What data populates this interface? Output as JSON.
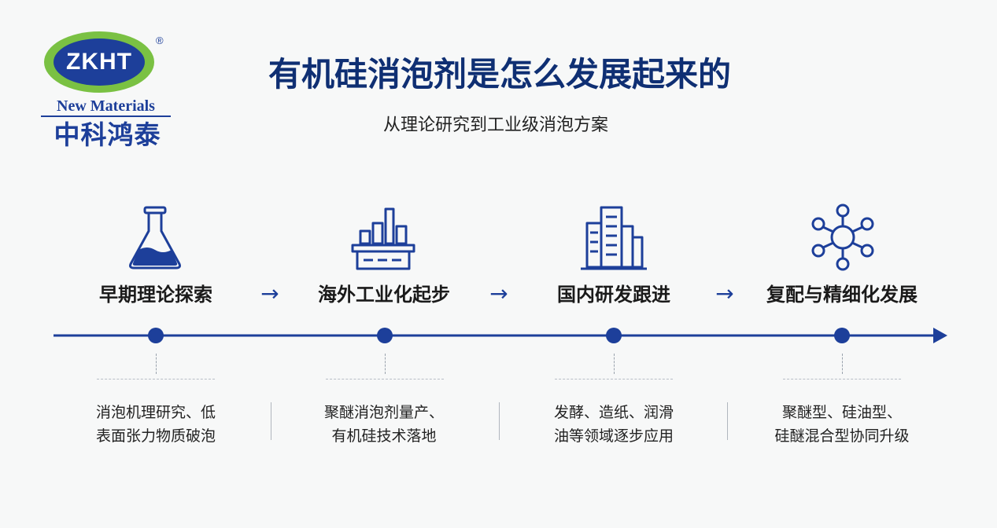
{
  "logo": {
    "mark": "ZKHT",
    "registered": "®",
    "en": "New Materials",
    "cn": "中科鸿泰"
  },
  "title": "有机硅消泡剂是怎么发展起来的",
  "subtitle": "从理论研究到工业级消泡方案",
  "colors": {
    "primary": "#1d3f9a",
    "title": "#0f2f73",
    "logo_green": "#7ac143"
  },
  "arrow_symbol": "→",
  "stages": [
    {
      "icon": "flask-icon",
      "label": "早期理论探索",
      "desc_lines": [
        "消泡机理研究、低",
        "表面张力物质破泡"
      ]
    },
    {
      "icon": "factory-icon",
      "label": "海外工业化起步",
      "desc_lines": [
        "聚醚消泡剂量产、",
        "有机硅技术落地"
      ]
    },
    {
      "icon": "buildings-icon",
      "label": "国内研发跟进",
      "desc_lines": [
        "发酵、造纸、润滑",
        "油等领域逐步应用"
      ]
    },
    {
      "icon": "molecule-icon",
      "label": "复配与精细化发展",
      "desc_lines": [
        "聚醚型、硅油型、",
        "硅醚混合型协同升级"
      ]
    }
  ]
}
